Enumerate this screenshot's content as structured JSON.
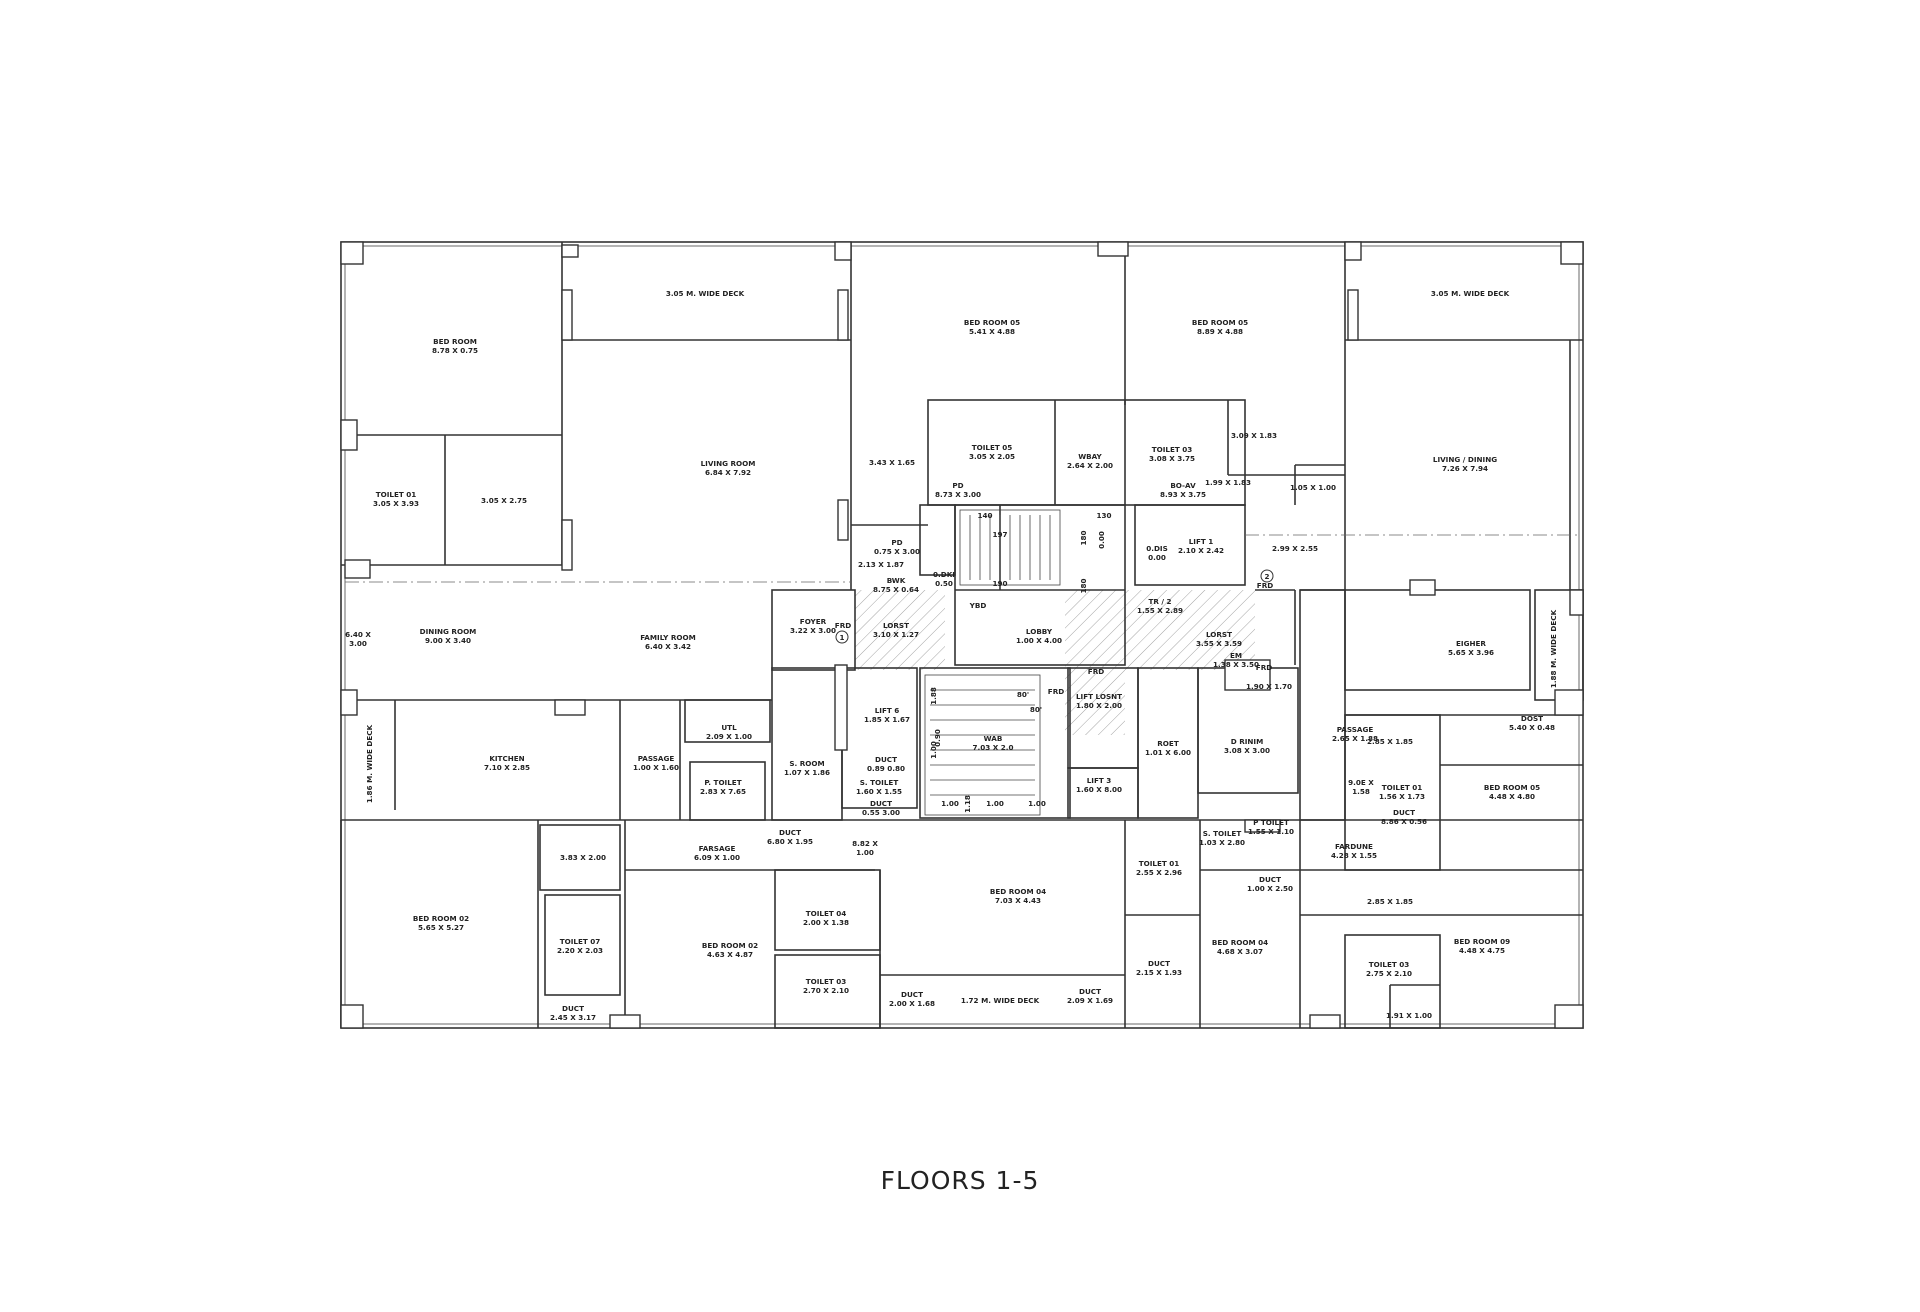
{
  "title": "FLOORS 1-5",
  "colors": {
    "line": "#333333",
    "hatch": "#9a9a9a",
    "background": "#ffffff"
  },
  "rooms": [
    {
      "id": "r1",
      "name": "BED ROOM",
      "dim": "8.78 X 0.75"
    },
    {
      "id": "r2",
      "name": "3.05 M. WIDE DECK",
      "dim": ""
    },
    {
      "id": "r3",
      "name": "BED ROOM 05",
      "dim": "5.41 X 4.88"
    },
    {
      "id": "r4",
      "name": "BED ROOM 05",
      "dim": "8.89 X 4.88"
    },
    {
      "id": "r5",
      "name": "3.05 M. WIDE DECK",
      "dim": ""
    },
    {
      "id": "r6",
      "name": "LIVING ROOM",
      "dim": "6.84 X 7.92"
    },
    {
      "id": "r7",
      "name": "TOILET 01",
      "dim": "3.05 X 3.93"
    },
    {
      "id": "r8",
      "name": "3.05 X 2.75",
      "dim": ""
    },
    {
      "id": "r9",
      "name": "3.43 X 1.65",
      "dim": ""
    },
    {
      "id": "r10",
      "name": "TOILET 05",
      "dim": "3.05 X 2.05"
    },
    {
      "id": "r11",
      "name": "WBAY",
      "dim": "2.64 X 2.00"
    },
    {
      "id": "r12",
      "name": "TOILET 03",
      "dim": "3.08 X 3.75"
    },
    {
      "id": "r13",
      "name": "3.09 X 1.83",
      "dim": ""
    },
    {
      "id": "r14",
      "name": "1.99 X 1.83",
      "dim": ""
    },
    {
      "id": "r15",
      "name": "1.05 X 1.00",
      "dim": ""
    },
    {
      "id": "r16",
      "name": "LIVING / DINING",
      "dim": "7.26 X 7.94"
    },
    {
      "id": "r17",
      "name": "PD",
      "dim": "8.73 X 3.00"
    },
    {
      "id": "r18",
      "name": "BO-AV",
      "dim": "8.93 X 3.75"
    },
    {
      "id": "r19",
      "name": "PD",
      "dim": "0.75 X 3.00"
    },
    {
      "id": "r20",
      "name": "2.13 X 1.87",
      "dim": ""
    },
    {
      "id": "r21",
      "name": "BWK",
      "dim": "8.75 X 0.64"
    },
    {
      "id": "r22",
      "name": "0.DKI",
      "dim": "0.50"
    },
    {
      "id": "r23",
      "name": "LIFT 1",
      "dim": "2.10 X 2.42"
    },
    {
      "id": "r24",
      "name": "0.DIS",
      "dim": "0.00"
    },
    {
      "id": "r25",
      "name": "2.99 X 2.55",
      "dim": ""
    },
    {
      "id": "r26",
      "name": "DINING ROOM",
      "dim": "9.00 X 3.40"
    },
    {
      "id": "r27",
      "name": "6.40 X",
      "dim": "3.00"
    },
    {
      "id": "r28",
      "name": "FAMILY ROOM",
      "dim": "6.40 X 3.42"
    },
    {
      "id": "r29",
      "name": "FOYER",
      "dim": "3.22 X 3.00"
    },
    {
      "id": "r30",
      "name": "LORST",
      "dim": "3.10 X 1.27"
    },
    {
      "id": "r31",
      "name": "LOBBY",
      "dim": "1.00 X 4.00"
    },
    {
      "id": "r32",
      "name": "TR / 2",
      "dim": "1.55 X 2.89"
    },
    {
      "id": "r33",
      "name": "LORST",
      "dim": "3.55 X 3.59"
    },
    {
      "id": "r34",
      "name": "EM",
      "dim": "1.38 X 3.50"
    },
    {
      "id": "r35",
      "name": "EIGHER",
      "dim": "5.65 X 3.96"
    },
    {
      "id": "r36",
      "name": "1.88 M. WIDE DECK",
      "dim": ""
    },
    {
      "id": "r37",
      "name": "1.86 M. WIDE DECK",
      "dim": ""
    },
    {
      "id": "r38",
      "name": "KITCHEN",
      "dim": "7.10 X 2.85"
    },
    {
      "id": "r39",
      "name": "PASSAGE",
      "dim": "1.00 X 1.60"
    },
    {
      "id": "r40",
      "name": "UTL",
      "dim": "2.09 X 1.00"
    },
    {
      "id": "r41",
      "name": "P. TOILET",
      "dim": "2.83 X 7.65"
    },
    {
      "id": "r42",
      "name": "S. ROOM",
      "dim": "1.07 X 1.86"
    },
    {
      "id": "r43",
      "name": "LIFT 6",
      "dim": "1.85 X 1.67"
    },
    {
      "id": "r44",
      "name": "DUCT",
      "dim": "0.89 0.80"
    },
    {
      "id": "r45",
      "name": "S. TOILET",
      "dim": "1.60 X 1.55"
    },
    {
      "id": "r46",
      "name": "DUCT",
      "dim": "0.55 3.00"
    },
    {
      "id": "r47",
      "name": "WAB",
      "dim": "7.03 X 2.0"
    },
    {
      "id": "r48",
      "name": "LIFT LOSNT",
      "dim": "1.80 X 2.00"
    },
    {
      "id": "r49",
      "name": "LIFT 3",
      "dim": "1.60 X 8.00"
    },
    {
      "id": "r50",
      "name": "ROET",
      "dim": "1.01 X 6.00"
    },
    {
      "id": "r51",
      "name": "D RINIM",
      "dim": "3.08 X 3.00"
    },
    {
      "id": "r52",
      "name": "1.90 X 1.70",
      "dim": ""
    },
    {
      "id": "r53",
      "name": "PASSAGE",
      "dim": "2.65 X 1.88"
    },
    {
      "id": "r54",
      "name": "DOST",
      "dim": "5.40 X 0.48"
    },
    {
      "id": "r55",
      "name": "2.85 X 1.85",
      "dim": ""
    },
    {
      "id": "r56",
      "name": "BED ROOM 05",
      "dim": "4.48 X 4.80"
    },
    {
      "id": "r57",
      "name": "9.0E X",
      "dim": "1.58"
    },
    {
      "id": "r58",
      "name": "TOILET 01",
      "dim": "1.56 X 1.73"
    },
    {
      "id": "r59",
      "name": "DUCT",
      "dim": "8.86 X 0.56"
    },
    {
      "id": "r60",
      "name": "S. TOILET",
      "dim": "1.03 X 2.80"
    },
    {
      "id": "r61",
      "name": "P TOILET",
      "dim": "1.55 X 1.10"
    },
    {
      "id": "r62",
      "name": "DUCT",
      "dim": "6.80 X 1.95"
    },
    {
      "id": "r63",
      "name": "FARSAGE",
      "dim": "6.09 X 1.00"
    },
    {
      "id": "r64",
      "name": "8.82 X",
      "dim": "1.00"
    },
    {
      "id": "r65",
      "name": "3.83 X 2.00",
      "dim": ""
    },
    {
      "id": "r66",
      "name": "BED ROOM 02",
      "dim": "5.65 X 5.27"
    },
    {
      "id": "r67",
      "name": "TOILET 07",
      "dim": "2.20 X 2.03"
    },
    {
      "id": "r68",
      "name": "DUCT",
      "dim": "2.45 X 3.17"
    },
    {
      "id": "r69",
      "name": "BED ROOM 02",
      "dim": "4.63 X 4.87"
    },
    {
      "id": "r70",
      "name": "TOILET 04",
      "dim": "2.00 X 1.38"
    },
    {
      "id": "r71",
      "name": "TOILET 03",
      "dim": "2.70 X 2.10"
    },
    {
      "id": "r72",
      "name": "DUCT",
      "dim": "2.00 X 1.68"
    },
    {
      "id": "r73",
      "name": "1.72 M. WIDE DECK",
      "dim": ""
    },
    {
      "id": "r74",
      "name": "DUCT",
      "dim": "2.09 X 1.69"
    },
    {
      "id": "r75",
      "name": "BED ROOM 04",
      "dim": "7.03 X 4.43"
    },
    {
      "id": "r76",
      "name": "TOILET 01",
      "dim": "2.55 X 2.96"
    },
    {
      "id": "r77",
      "name": "DUCT",
      "dim": "2.15 X 1.93"
    },
    {
      "id": "r78",
      "name": "DUCT",
      "dim": "1.00 X 2.50"
    },
    {
      "id": "r79",
      "name": "BED ROOM 04",
      "dim": "4.68 X 3.07"
    },
    {
      "id": "r80",
      "name": "FARDUNE",
      "dim": "4.28 X 1.55"
    },
    {
      "id": "r81",
      "name": "2.85 X 1.85",
      "dim": ""
    },
    {
      "id": "r82",
      "name": "BED ROOM 09",
      "dim": "4.48 X 4.75"
    },
    {
      "id": "r83",
      "name": "TOILET 03",
      "dim": "2.75 X 2.10"
    },
    {
      "id": "r84",
      "name": "1.91 X 1.00",
      "dim": ""
    }
  ],
  "marks": [
    {
      "id": "m1",
      "text": "FRD"
    },
    {
      "id": "m2",
      "text": "FRD"
    },
    {
      "id": "m3",
      "text": "FRD"
    },
    {
      "id": "m4",
      "text": "FRD"
    },
    {
      "id": "m5",
      "text": "FRD"
    },
    {
      "id": "m6",
      "text": "YBD"
    },
    {
      "id": "m7",
      "text": "140"
    },
    {
      "id": "m8",
      "text": "130"
    },
    {
      "id": "m9",
      "text": "197"
    },
    {
      "id": "m10",
      "text": "190"
    },
    {
      "id": "m11",
      "text": "180"
    },
    {
      "id": "m12",
      "text": "180"
    },
    {
      "id": "m13",
      "text": "0.00"
    },
    {
      "id": "m14",
      "text": "80'"
    },
    {
      "id": "m15",
      "text": "80'"
    },
    {
      "id": "m16",
      "text": "1.00"
    },
    {
      "id": "m17",
      "text": "1.00"
    },
    {
      "id": "m18",
      "text": "1.00"
    },
    {
      "id": "m19",
      "text": "1.18"
    },
    {
      "id": "m20",
      "text": "1.88"
    },
    {
      "id": "m21",
      "text": "1.00"
    },
    {
      "id": "m22",
      "text": "0.90"
    }
  ],
  "callouts": [
    {
      "id": "c1",
      "text": "1"
    },
    {
      "id": "c2",
      "text": "2"
    }
  ]
}
